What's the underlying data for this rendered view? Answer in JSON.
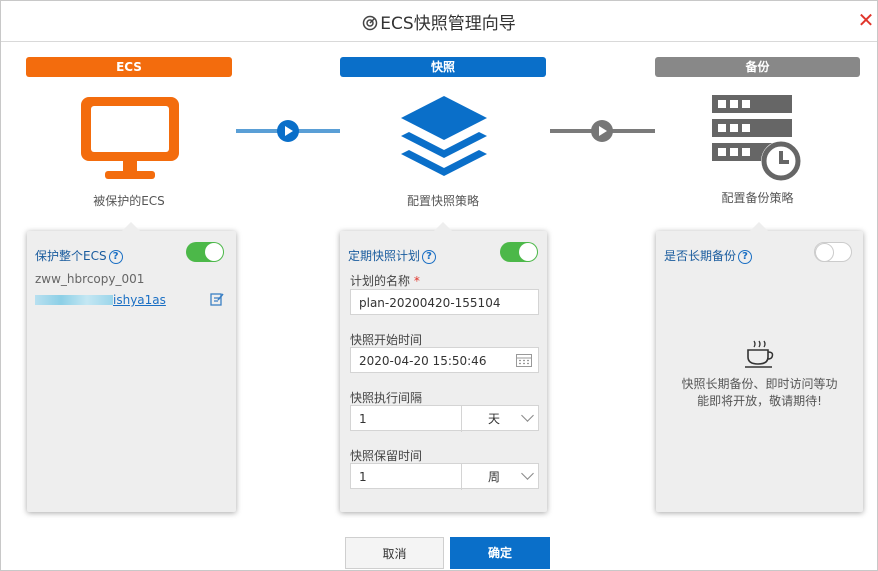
{
  "dialog": {
    "title": "ECS快照管理向导",
    "close_icon": "close-icon"
  },
  "steps": [
    {
      "label": "ECS",
      "color": "#f36c0d",
      "caption": "被保护的ECS",
      "icon": "monitor-icon"
    },
    {
      "label": "快照",
      "color": "#0a6fc9",
      "caption": "配置快照策略",
      "icon": "layers-icon"
    },
    {
      "label": "备份",
      "color": "#888888",
      "caption": "配置备份策略",
      "icon": "server-clock-icon"
    }
  ],
  "ecs_card": {
    "head": "保护整个ECS",
    "toggle_on": true,
    "instance_name": "zww_hbrcopy_001",
    "instance_link": "ishya1as",
    "edit_icon": "edit-icon"
  },
  "snapshot_card": {
    "head": "定期快照计划",
    "toggle_on": true,
    "plan_name_label": "计划的名称",
    "required_mark": "*",
    "plan_name_value": "plan-20200420-155104",
    "start_time_label": "快照开始时间",
    "start_time_value": "2020-04-20 15:50:46",
    "interval_label": "快照执行间隔",
    "interval_value": "1",
    "interval_unit": "天",
    "retention_label": "快照保留时间",
    "retention_value": "1",
    "retention_unit": "周"
  },
  "backup_card": {
    "head": "是否长期备份",
    "toggle_on": false,
    "coming_soon_line1": "快照长期备份、即时访问等功",
    "coming_soon_line2": "能即将开放，敬请期待!"
  },
  "footer": {
    "cancel_label": "取消",
    "ok_label": "确定"
  }
}
